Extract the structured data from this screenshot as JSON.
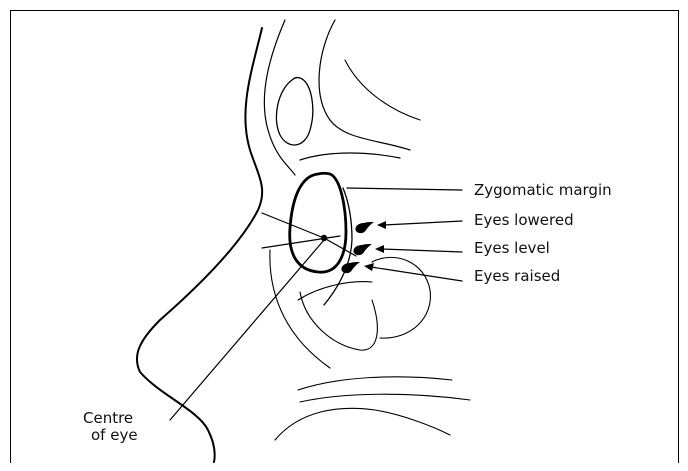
{
  "labels": {
    "zygomatic_margin": "Zygomatic margin",
    "eyes_lowered": "Eyes lowered",
    "eyes_level": "Eyes level",
    "eyes_raised": "Eyes raised",
    "centre_of_eye_line1": "Centre",
    "centre_of_eye_line2": "of eye"
  },
  "colors": {
    "stroke": "#000000",
    "background": "#ffffff"
  }
}
